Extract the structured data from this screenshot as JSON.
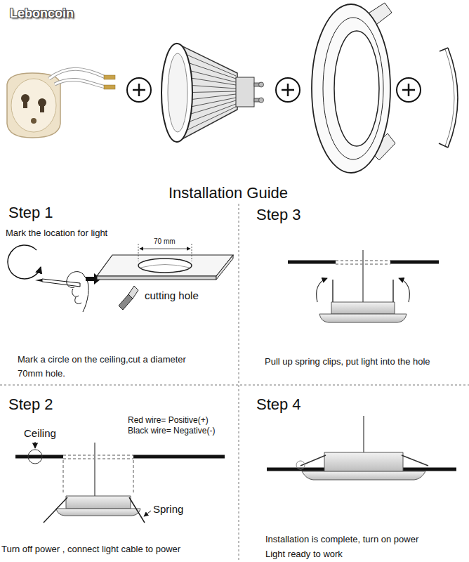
{
  "diagram": {
    "title": "Installation Guide",
    "nodes": [
      {
        "text": [
          "Step 1",
          "Mark a circle on the ceiling,cut a diameter 70mm hole."
        ]
      },
      {
        "text": [
          "Step 3",
          "Pull up spring clips, put light into the hole"
        ]
      },
      {
        "text": [
          "Step 2",
          "Turn off power , connect light cable to power"
        ]
      },
      {
        "text": [
          "Step 4",
          "Installation is complete, turn on power Light ready to work"
        ]
      }
    ],
    "labels": [
      "Leboncoin",
      "Mark the location for light",
      "70 mm",
      "cutting hole",
      "Ceiling",
      "Red wire= Positive(+)",
      "Black wire= Negative(-)",
      "Spring"
    ]
  }
}
